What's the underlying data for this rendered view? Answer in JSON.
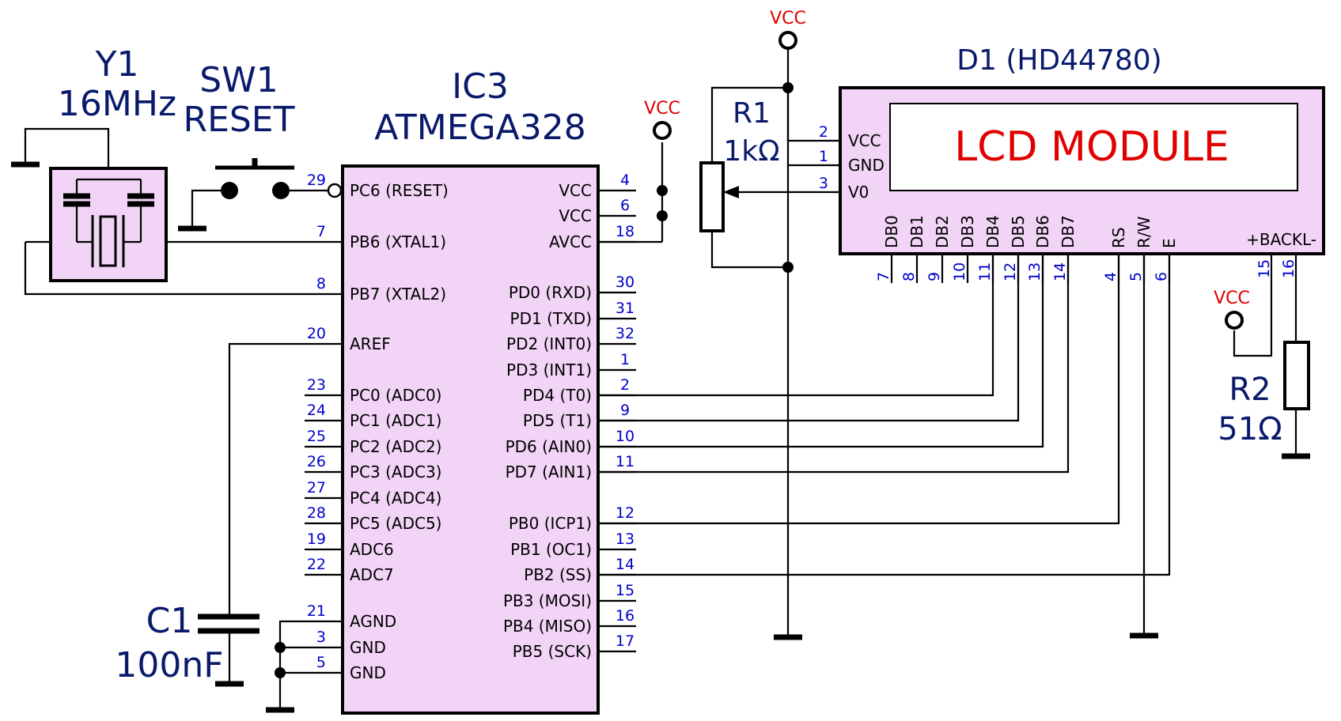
{
  "colors": {
    "component_fill": "#f2d4f6",
    "label_blue": "#0a1a6b",
    "pin_number_blue": "#0000cc",
    "vcc_red": "#e00000"
  },
  "crystal": {
    "ref": "Y1",
    "value": "16MHz"
  },
  "reset_switch": {
    "ref": "SW1",
    "value": "RESET"
  },
  "mcu": {
    "ref": "IC3",
    "part": "ATMEGA328",
    "left_pins": [
      {
        "num": "29",
        "name": "PC6 (RESET)"
      },
      {
        "num": "7",
        "name": "PB6 (XTAL1)"
      },
      {
        "num": "8",
        "name": "PB7 (XTAL2)"
      },
      {
        "num": "20",
        "name": "AREF"
      },
      {
        "num": "23",
        "name": "PC0 (ADC0)"
      },
      {
        "num": "24",
        "name": "PC1 (ADC1)"
      },
      {
        "num": "25",
        "name": "PC2 (ADC2)"
      },
      {
        "num": "26",
        "name": "PC3 (ADC3)"
      },
      {
        "num": "27",
        "name": "PC4 (ADC4)"
      },
      {
        "num": "28",
        "name": "PC5 (ADC5)"
      },
      {
        "num": "19",
        "name": "ADC6"
      },
      {
        "num": "22",
        "name": "ADC7"
      },
      {
        "num": "21",
        "name": "AGND"
      },
      {
        "num": "3",
        "name": "GND"
      },
      {
        "num": "5",
        "name": "GND"
      }
    ],
    "right_pins": [
      {
        "num": "4",
        "name": "VCC"
      },
      {
        "num": "6",
        "name": "VCC"
      },
      {
        "num": "18",
        "name": "AVCC"
      },
      {
        "num": "30",
        "name": "PD0 (RXD)"
      },
      {
        "num": "31",
        "name": "PD1 (TXD)"
      },
      {
        "num": "32",
        "name": "PD2 (INT0)"
      },
      {
        "num": "1",
        "name": "PD3 (INT1)"
      },
      {
        "num": "2",
        "name": "PD4 (T0)"
      },
      {
        "num": "9",
        "name": "PD5 (T1)"
      },
      {
        "num": "10",
        "name": "PD6 (AIN0)"
      },
      {
        "num": "11",
        "name": "PD7 (AIN1)"
      },
      {
        "num": "12",
        "name": "PB0 (ICP1)"
      },
      {
        "num": "13",
        "name": "PB1 (OC1)"
      },
      {
        "num": "14",
        "name": "PB2 (SS)"
      },
      {
        "num": "15",
        "name": "PB3 (MOSI)"
      },
      {
        "num": "16",
        "name": "PB4 (MISO)"
      },
      {
        "num": "17",
        "name": "PB5 (SCK)"
      }
    ]
  },
  "capacitor": {
    "ref": "C1",
    "value": "100nF"
  },
  "pot": {
    "ref": "R1",
    "value": "1kΩ"
  },
  "resistor": {
    "ref": "R2",
    "value": "51Ω"
  },
  "supply_label": "VCC",
  "lcd": {
    "ref": "D1 (HD44780)",
    "title": "LCD MODULE",
    "left_pins": [
      {
        "num": "2",
        "name": "VCC"
      },
      {
        "num": "1",
        "name": "GND"
      },
      {
        "num": "3",
        "name": "V0"
      }
    ],
    "bottom_pins": [
      {
        "num": "7",
        "name": "DB0"
      },
      {
        "num": "8",
        "name": "DB1"
      },
      {
        "num": "9",
        "name": "DB2"
      },
      {
        "num": "10",
        "name": "DB3"
      },
      {
        "num": "11",
        "name": "DB4"
      },
      {
        "num": "12",
        "name": "DB5"
      },
      {
        "num": "13",
        "name": "DB6"
      },
      {
        "num": "14",
        "name": "DB7"
      },
      {
        "num": "4",
        "name": "RS"
      },
      {
        "num": "5",
        "name": "R/W"
      },
      {
        "num": "6",
        "name": "E"
      }
    ],
    "backlight_label": "+BACKL-",
    "backlight_pins": [
      "15",
      "16"
    ]
  }
}
